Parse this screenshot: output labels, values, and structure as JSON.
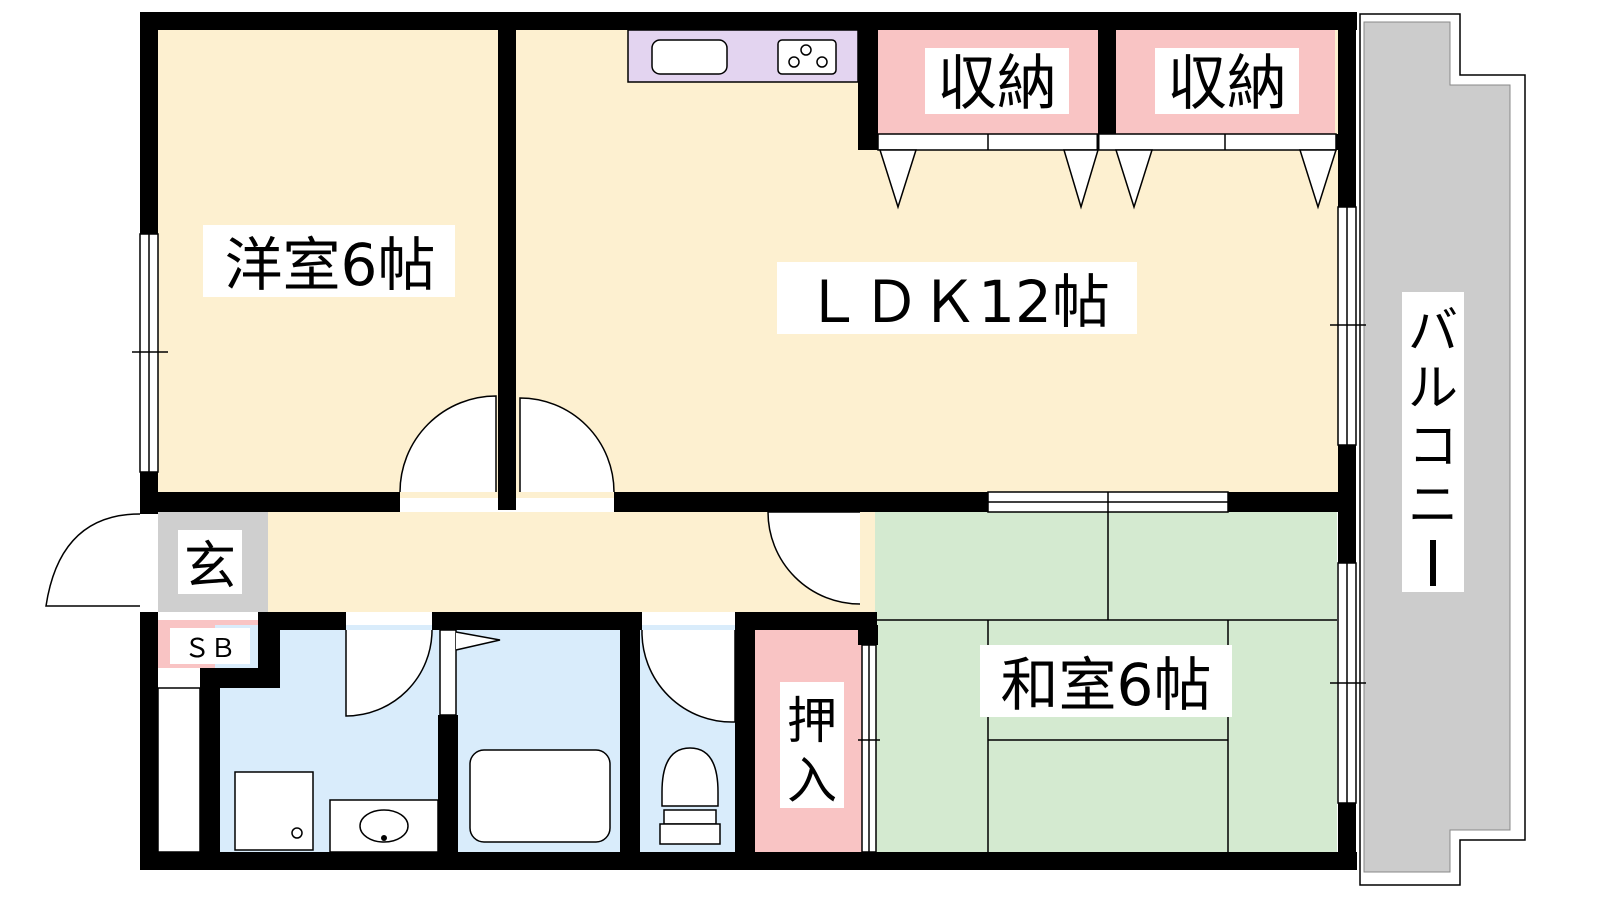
{
  "rooms": {
    "western": "洋室6帖",
    "ldk": "ＬＤＫ12帖",
    "japanese": "和室6帖",
    "storage_1": "収納",
    "storage_2": "収納",
    "entrance": "玄",
    "shoe_box": "ＳＢ",
    "closet_char1": "押",
    "closet_char2": "入"
  },
  "balcony": {
    "chars": [
      "バ",
      "ル",
      "コ",
      "ニ",
      "ー"
    ]
  },
  "colors": {
    "wall": "#000000",
    "floor_wood": "#fdf0d0",
    "tatami": "#d4ead0",
    "storage": "#f9c4c4",
    "wet_area": "#d9ecfb",
    "kitchen": "#e3d4f0",
    "entrance": "#cfcfcf",
    "balcony": "#cccccc"
  }
}
